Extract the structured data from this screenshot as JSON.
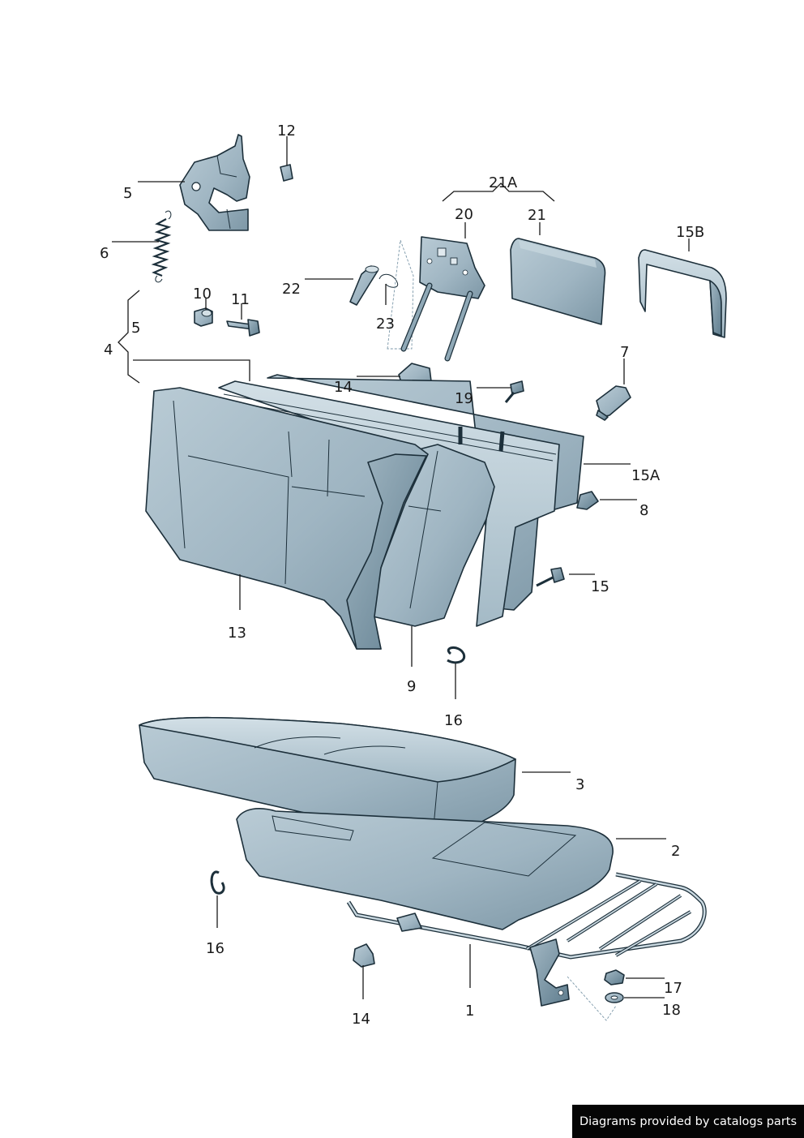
{
  "callouts": {
    "c1": "1",
    "c2": "2",
    "c3": "3",
    "c4": "4",
    "c5a": "5",
    "c5b": "5",
    "c6": "6",
    "c7": "7",
    "c8": "8",
    "c9": "9",
    "c10": "10",
    "c11": "11",
    "c12": "12",
    "c13": "13",
    "c14a": "14",
    "c14b": "14",
    "c15": "15",
    "c15a": "15A",
    "c15b": "15B",
    "c16a": "16",
    "c16b": "16",
    "c17": "17",
    "c18": "18",
    "c19": "19",
    "c20": "20",
    "c21": "21",
    "c21a": "21A",
    "c22": "22",
    "c23": "23"
  },
  "footer": {
    "credit": "Diagrams provided by catalogs parts"
  },
  "colors": {
    "part_fill": "#9fb6c3",
    "part_light": "#c6d6de",
    "part_dark": "#6f8c9c",
    "outline": "#1c2f3a",
    "footer_bg": "#050505"
  }
}
